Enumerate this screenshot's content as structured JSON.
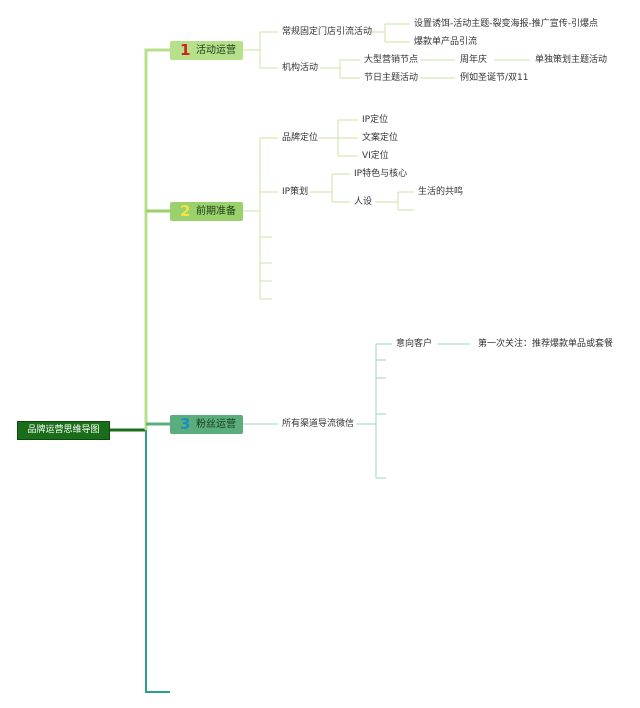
{
  "root": {
    "label": "品牌运营思维导图"
  },
  "branches": [
    {
      "number": "1",
      "label": "活动运营",
      "bg": "#b7e08a",
      "num_color": "#d02020"
    },
    {
      "number": "2",
      "label": "前期准备",
      "bg": "#9ad16a",
      "num_color": "#f3e04a"
    },
    {
      "number": "3",
      "label": "粉丝运营",
      "bg": "#5aae7e",
      "num_color": "#1a8fbf"
    }
  ],
  "activity": {
    "regular": "常规固定门店引流活动",
    "regular_children": [
      "设置诱饵-活动主题-裂变海报-推广宣传-引爆点",
      "爆款单产品引流"
    ],
    "org": "机构活动",
    "big_node": "大型营销节点",
    "anniversary": "周年庆",
    "standalone": "单独策划主题活动",
    "festival": "节日主题活动",
    "festival_example": "例如圣诞节/双11"
  },
  "prep": {
    "brand_pos": "品牌定位",
    "brand_children": [
      "IP定位",
      "文案定位",
      "VI定位"
    ],
    "ip_plan": "IP策划",
    "ip_feature": "IP特色与核心",
    "persona": "人设",
    "resonance": "生活的共鸣"
  },
  "fans": {
    "wechat": "所有渠道导流微信",
    "intent": "意向客户",
    "first_follow": "第一次关注：推荐爆款单品或套餐"
  },
  "colors": {
    "branch1_line": "#b7e08a",
    "branch2_line": "#9ad16a",
    "branch3_line": "#5aae7e",
    "trunk": "#2aa08a"
  }
}
